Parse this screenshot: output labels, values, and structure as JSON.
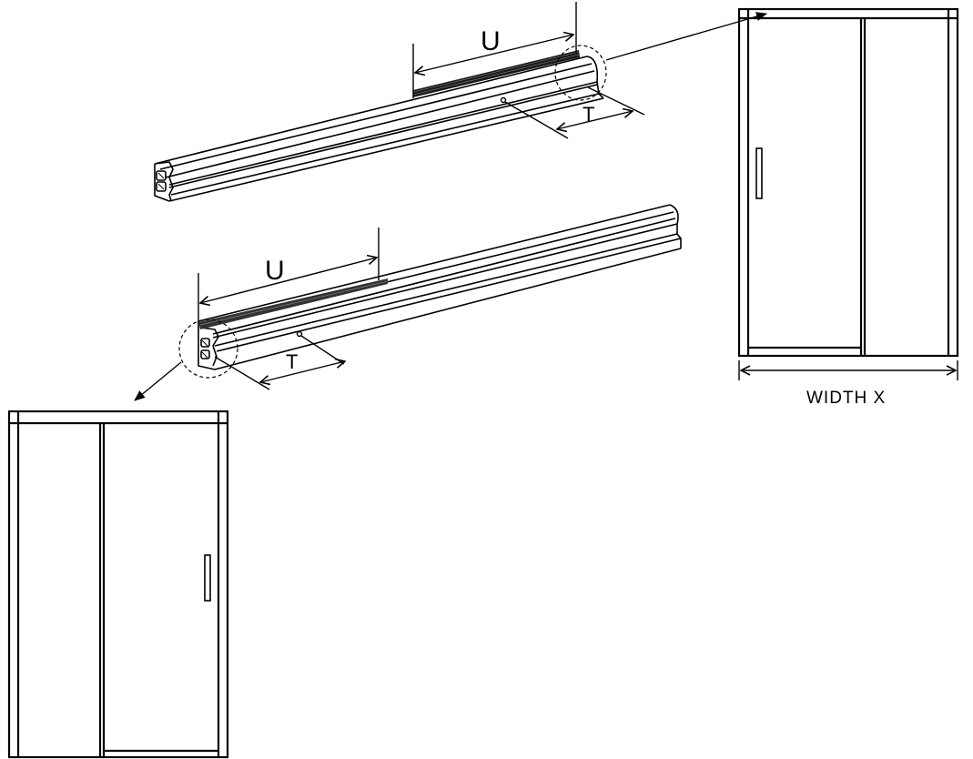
{
  "labels": {
    "top_u": "U",
    "top_t": "T",
    "bottom_u": "U",
    "bottom_t": "T",
    "width": "WIDTH X"
  },
  "colors": {
    "line": "#000000",
    "background": "#ffffff"
  }
}
